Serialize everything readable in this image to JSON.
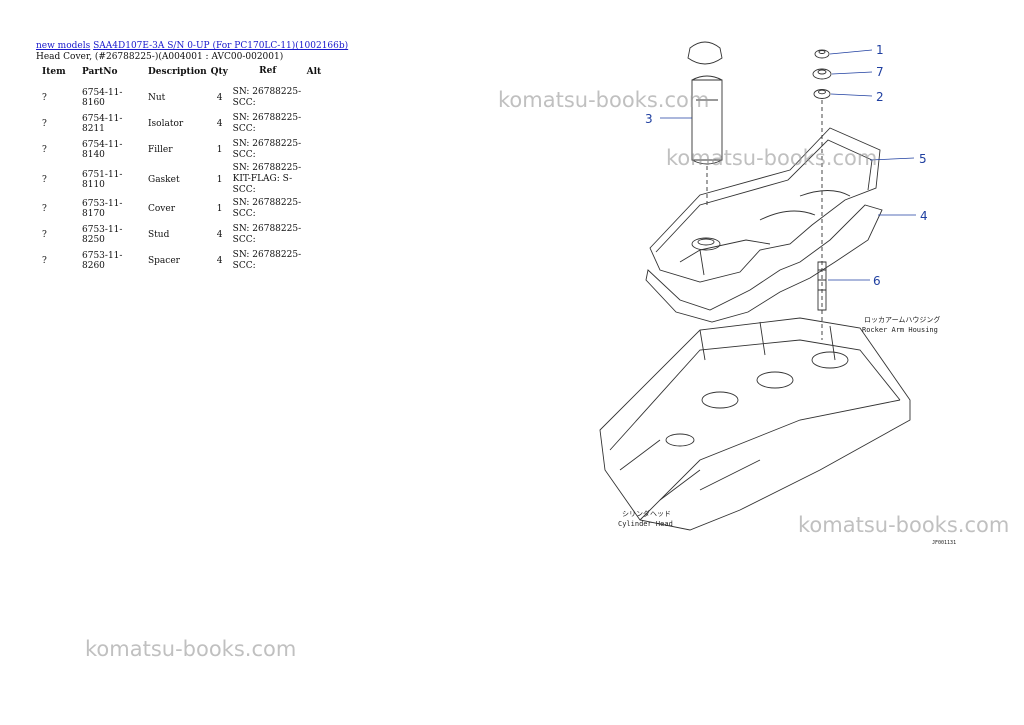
{
  "header": {
    "link_new_models": "new models",
    "link_model": "SAA4D107E-3A S/N 0-UP (For PC170LC-11)(1002166b)",
    "subtitle": "Head Cover, (#26788225-)(A004001 : AVC00-002001)"
  },
  "table": {
    "columns": [
      "Item",
      "PartNo",
      "Description",
      "Qty",
      "Ref",
      "Alt"
    ],
    "rows": [
      {
        "item": "?",
        "part_no": "6754-11-8160",
        "description": "Nut",
        "qty": "4",
        "ref": "SN: 26788225-SCC:"
      },
      {
        "item": "?",
        "part_no": "6754-11-8211",
        "description": "Isolator",
        "qty": "4",
        "ref": "SN: 26788225-SCC:"
      },
      {
        "item": "?",
        "part_no": "6754-11-8140",
        "description": "Filler",
        "qty": "1",
        "ref": "SN: 26788225-SCC:"
      },
      {
        "item": "?",
        "part_no": "6751-11-8110",
        "description": "Gasket",
        "qty": "1",
        "ref": "SN: 26788225-KIT-FLAG: S-SCC:"
      },
      {
        "item": "?",
        "part_no": "6753-11-8170",
        "description": "Cover",
        "qty": "1",
        "ref": "SN: 26788225-SCC:"
      },
      {
        "item": "?",
        "part_no": "6753-11-8250",
        "description": "Stud",
        "qty": "4",
        "ref": "SN: 26788225-SCC:"
      },
      {
        "item": "?",
        "part_no": "6753-11-8260",
        "description": "Spacer",
        "qty": "4",
        "ref": "SN: 26788225-SCC:"
      }
    ]
  },
  "watermarks": [
    "komatsu-books.com",
    "komatsu-books.com",
    "komatsu-books.com",
    "komatsu-books.com"
  ],
  "diagram": {
    "callouts": [
      "1",
      "7",
      "2",
      "3",
      "5",
      "4",
      "6"
    ],
    "label_rocker_jp": "ロッカアームハウジング",
    "label_rocker_en": "Rocker Arm Housing",
    "label_cylinder_jp": "シリンダヘッド",
    "label_cylinder_en": "Cylinder Head",
    "figure_code": "JF001131"
  },
  "colors": {
    "link": "#1a1acc",
    "callout": "#1f3fa0"
  }
}
